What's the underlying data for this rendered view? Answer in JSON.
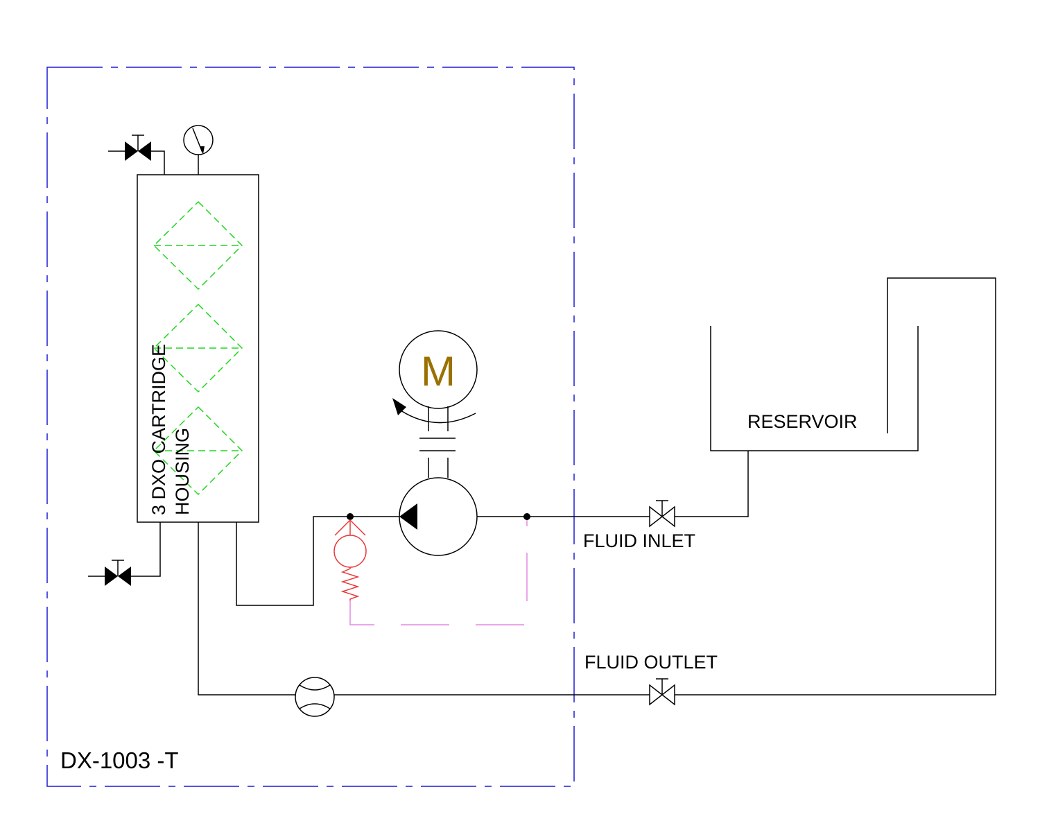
{
  "diagram": {
    "unit_label": "DX-1003 -T",
    "housing_label_line1": "3 DXO CARTRIDGE",
    "housing_label_line2": "HOUSING",
    "motor_label": "M",
    "reservoir_label": "RESERVOIR",
    "inlet_label": "FLUID INLET",
    "outlet_label": "FLUID OUTLET",
    "colors": {
      "boundary": "#1c1cd6",
      "filter": "#22d622",
      "relief": "#e83a3a",
      "pilot": "#e38ae0",
      "motor_text": "#9a7000",
      "line": "#000000"
    }
  }
}
